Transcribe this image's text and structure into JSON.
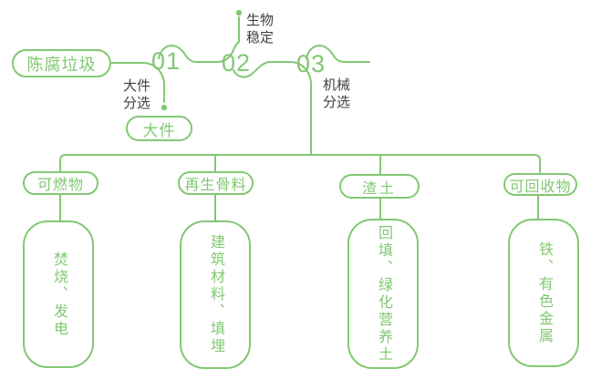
{
  "colors": {
    "accent": "#82c873",
    "text_dark": "#404040",
    "background": "#ffffff"
  },
  "diagram": {
    "source_label": "陈腐垃圾",
    "steps": [
      {
        "number": "01",
        "process": "大件\n分选",
        "output": "大件"
      },
      {
        "number": "02",
        "process": "生物\n稳定"
      },
      {
        "number": "03",
        "process": "机械\n分选"
      }
    ],
    "branches": [
      {
        "category": "可燃物",
        "disposal": "焚烧、发电"
      },
      {
        "category": "再生骨料",
        "disposal": "建筑材料、填埋"
      },
      {
        "category": "渣土",
        "disposal": "回填、绿化营养土"
      },
      {
        "category": "可回收物",
        "disposal": "铁、有色金属"
      }
    ]
  }
}
